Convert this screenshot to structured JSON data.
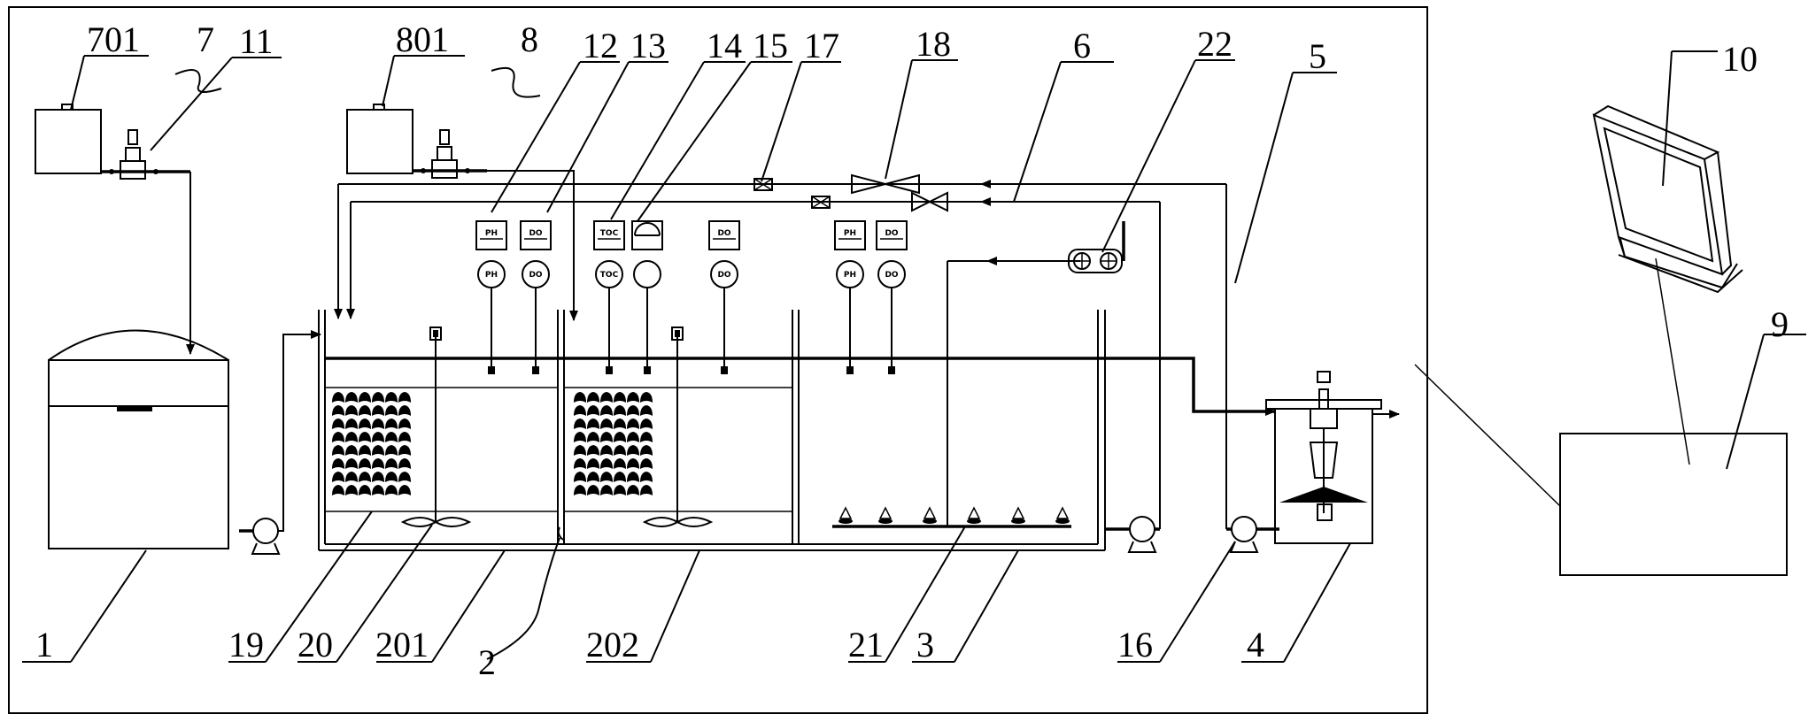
{
  "labels": {
    "l701": "701",
    "l7": "7",
    "l11": "11",
    "l801": "801",
    "l8": "8",
    "l12": "12",
    "l13": "13",
    "l14": "14",
    "l15": "15",
    "l17": "17",
    "l18": "18",
    "l6": "6",
    "l22": "22",
    "l5": "5",
    "l10": "10",
    "l9": "9",
    "l1": "1",
    "l19": "19",
    "l20": "20",
    "l201": "201",
    "l2": "2",
    "l202": "202",
    "l21": "21",
    "l3": "3",
    "l16": "16",
    "l4": "4"
  },
  "probes": {
    "p12": "PH",
    "p13": "DO",
    "p14": "TOC",
    "p16": "DO",
    "p17": "PH",
    "p18": "DO"
  },
  "meters": {
    "m12": "PH",
    "m13": "DO",
    "m14": "TOC",
    "m16": "DO",
    "m17": "PH",
    "m18": "DO"
  }
}
